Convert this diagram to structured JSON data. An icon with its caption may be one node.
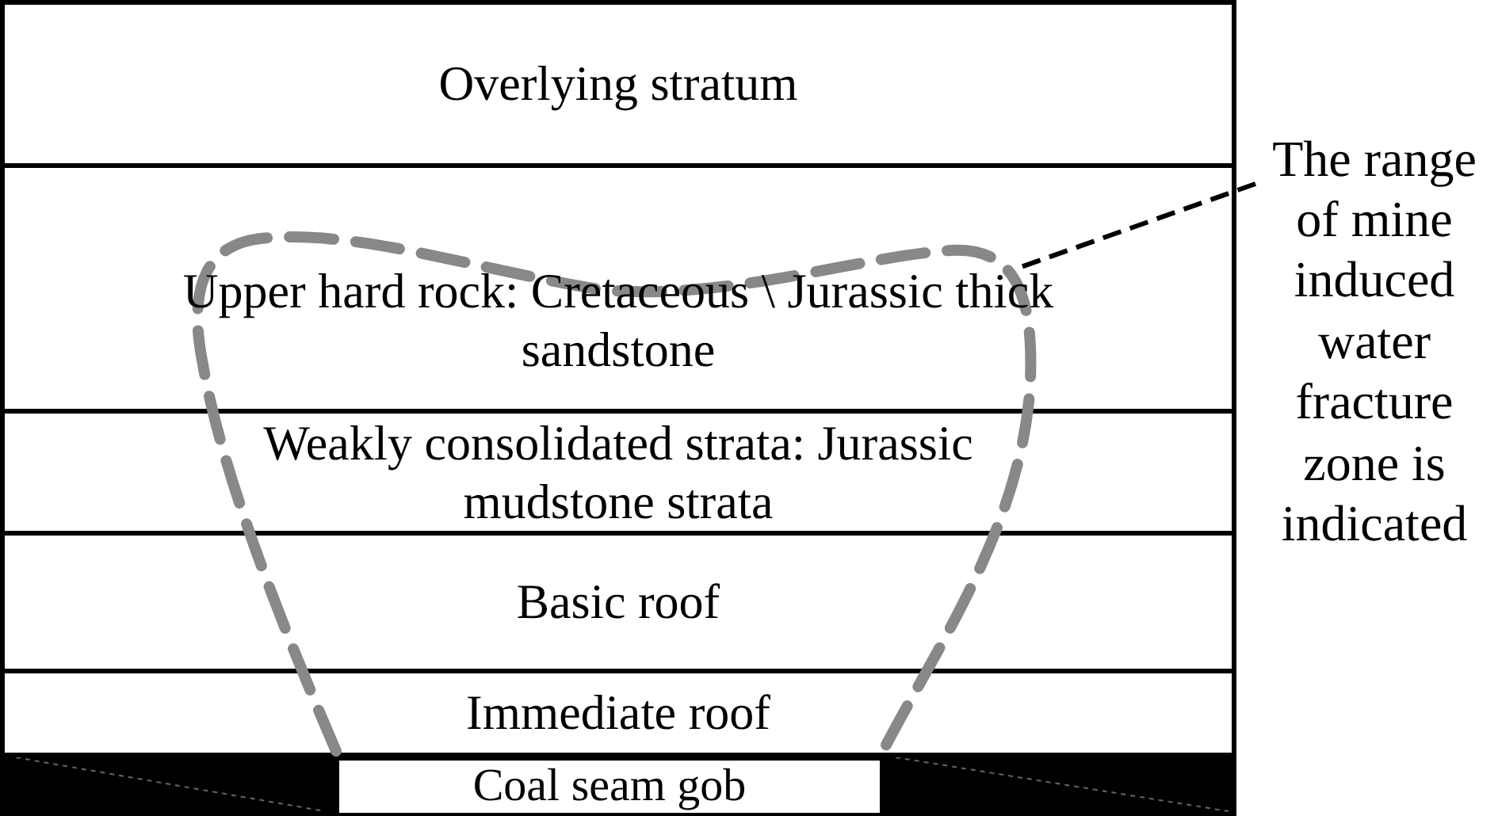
{
  "diagram": {
    "nodes": [
      {
        "text": [
          "Overlying stratum"
        ]
      },
      {
        "text": [
          "Upper hard rock: Cretaceous \\ Jurassic thick sandstone"
        ]
      },
      {
        "text": [
          "Weakly consolidated strata: Jurassic mudstone strata"
        ]
      },
      {
        "text": [
          "Basic roof"
        ]
      },
      {
        "text": [
          "Immediate roof"
        ]
      },
      {
        "text": [
          "Coal seam gob"
        ]
      },
      {
        "text": [
          "The range of mine induced water fracture zone is indicated"
        ]
      },
      {
        "text": [],
        "shape": "outline"
      }
    ],
    "edges": [
      {
        "from": 6,
        "to": 7,
        "arrow": "none",
        "style": "dashed"
      }
    ]
  }
}
